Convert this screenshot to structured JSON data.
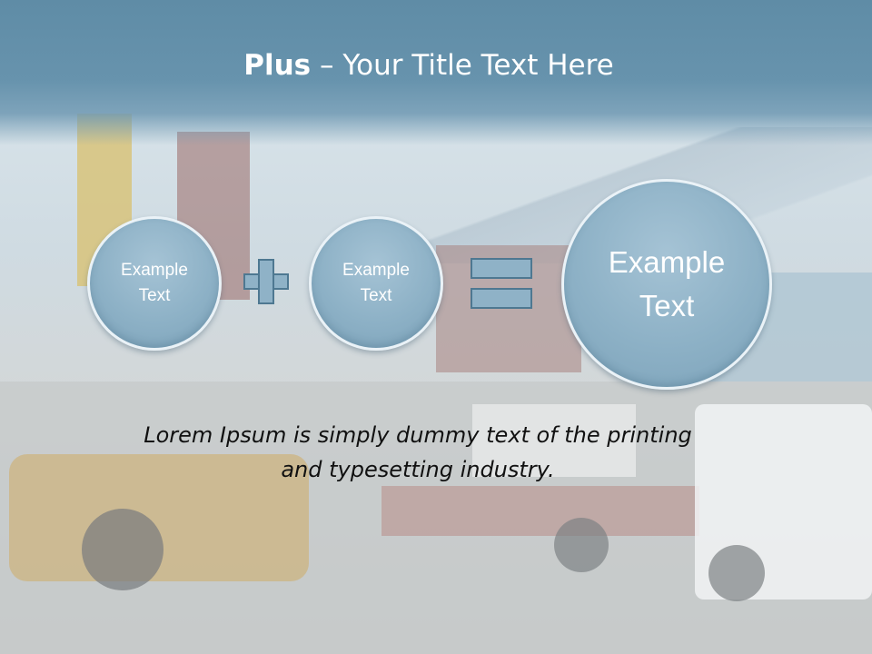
{
  "slide": {
    "title_bold": "Plus",
    "title_rest": " – Your Title Text Here",
    "circles": [
      {
        "line1": "Example",
        "line2": "Text"
      },
      {
        "line1": "Example",
        "line2": "Text"
      },
      {
        "line1": "Example",
        "line2": "Text"
      }
    ],
    "operators": [
      "plus-icon",
      "equals-icon"
    ],
    "body_line1": "Lorem Ipsum is simply dummy text of the printing",
    "body_line2": "and typesetting industry."
  },
  "colors": {
    "title_band": "#6793ad",
    "circle_fill": "#8db1c6",
    "operator_fill": "#8fb2c7",
    "operator_stroke": "#4e7891",
    "title_text": "#ffffff",
    "body_text": "#111111"
  }
}
